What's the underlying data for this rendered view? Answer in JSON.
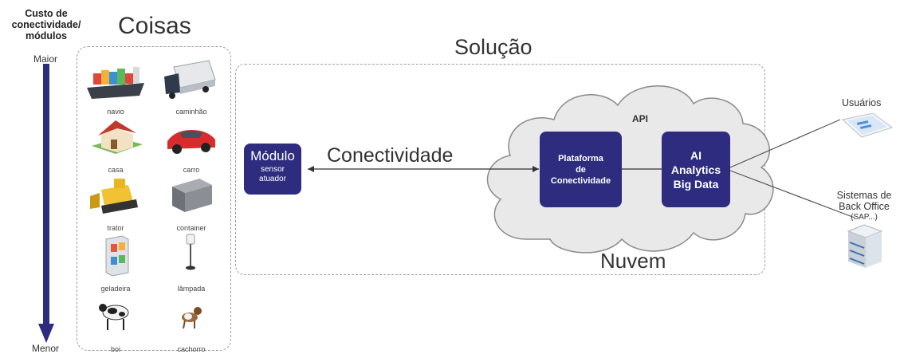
{
  "axis": {
    "title": "Custo de conectividade/ módulos",
    "top": "Maior",
    "bottom": "Menor"
  },
  "things": {
    "title": "Coisas",
    "items": [
      {
        "label": "navio",
        "icon": "ship-icon"
      },
      {
        "label": "caminhão",
        "icon": "truck-icon"
      },
      {
        "label": "casa",
        "icon": "house-icon"
      },
      {
        "label": "carro",
        "icon": "car-icon"
      },
      {
        "label": "trator",
        "icon": "bulldozer-icon"
      },
      {
        "label": "container",
        "icon": "container-icon"
      },
      {
        "label": "geladeira",
        "icon": "fridge-icon"
      },
      {
        "label": "lâmpada",
        "icon": "lamp-icon"
      },
      {
        "label": "boi",
        "icon": "cow-icon"
      },
      {
        "label": "cachorro",
        "icon": "dog-icon"
      }
    ]
  },
  "solution": {
    "title": "Solução",
    "module": {
      "title": "Módulo",
      "subtitle_line1": "sensor",
      "subtitle_line2": "atuador"
    },
    "connectivity_label": "Conectividade",
    "cloud": {
      "api_label": "API",
      "label": "Nuvem",
      "platform": {
        "line1": "Plataforma",
        "line2": "de",
        "line3": "Conectividade"
      },
      "analytics": {
        "line1": "AI",
        "line2": "Analytics",
        "line3": "Big Data"
      }
    }
  },
  "endpoints": {
    "users": {
      "label": "Usuários"
    },
    "backoffice": {
      "line1": "Sistemas de",
      "line2": "Back Office",
      "line3": "(SAP...)"
    }
  },
  "colors": {
    "navy": "#2e2c7e",
    "cloud": "#e9e9e9",
    "axis_arrow": "#2e2c7e"
  }
}
